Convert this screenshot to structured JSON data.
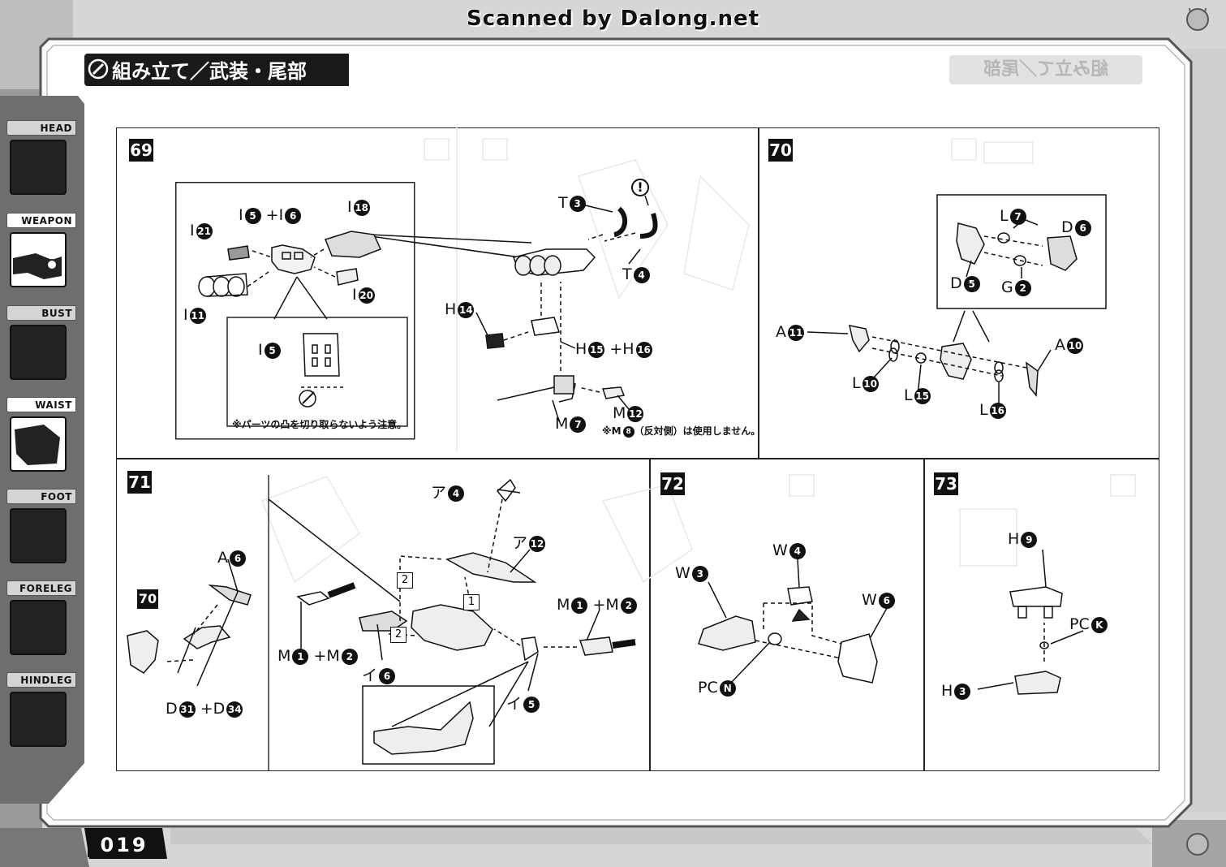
{
  "watermark": "Scanned by Dalong.net",
  "header": {
    "title": "組み立て／武装・尾部",
    "ghost_title": "組み立て／尾部"
  },
  "sidebar": {
    "tabs": [
      {
        "label": "HEAD",
        "active": false
      },
      {
        "label": "WEAPON",
        "active": true
      },
      {
        "label": "BUST",
        "active": false
      },
      {
        "label": "WAIST",
        "active": false
      },
      {
        "label": "FOOT",
        "active": false
      },
      {
        "label": "FORELEG",
        "active": false
      },
      {
        "label": "HINDLEG",
        "active": false
      }
    ]
  },
  "steps": {
    "s69": {
      "number": "69",
      "inset_labels": {
        "i5_i6": {
          "a": "I",
          "na": "5",
          "plus": "+",
          "b": "I",
          "nb": "6"
        },
        "i18": {
          "a": "I",
          "na": "18"
        },
        "i21": {
          "a": "I",
          "na": "21"
        },
        "i11": {
          "a": "I",
          "na": "11"
        },
        "i20": {
          "a": "I",
          "na": "20"
        },
        "detail_i5": {
          "a": "I",
          "na": "5"
        }
      },
      "inset_note": "※パーツの凸を切り取らないよう注意。",
      "labels": {
        "t3": {
          "a": "T",
          "na": "3"
        },
        "t4": {
          "a": "T",
          "na": "4"
        },
        "h14": {
          "a": "H",
          "na": "14"
        },
        "h15_h16": {
          "a": "H",
          "na": "15",
          "plus": "+",
          "b": "H",
          "nb": "16"
        },
        "m7": {
          "a": "M",
          "na": "7"
        },
        "m12": {
          "a": "M",
          "na": "12"
        }
      },
      "caution_symbol": "!",
      "note_pre": "※M",
      "note_num": "8",
      "note_post": "（反対側）は使用しません。"
    },
    "s70": {
      "number": "70",
      "labels": {
        "l7": {
          "a": "L",
          "na": "7"
        },
        "d6": {
          "a": "D",
          "na": "6"
        },
        "d5": {
          "a": "D",
          "na": "5"
        },
        "g2": {
          "a": "G",
          "na": "2"
        },
        "a11": {
          "a": "A",
          "na": "11"
        },
        "a10": {
          "a": "A",
          "na": "10"
        },
        "l10": {
          "a": "L",
          "na": "10"
        },
        "l15": {
          "a": "L",
          "na": "15"
        },
        "l16": {
          "a": "L",
          "na": "16"
        }
      }
    },
    "s71": {
      "number": "71",
      "ref_badge": "70",
      "labels": {
        "a4": {
          "a": "ア",
          "na": "4"
        },
        "a12": {
          "a": "ア",
          "na": "12"
        },
        "A6": {
          "a": "A",
          "na": "6"
        },
        "m1_m2_r": {
          "a": "M",
          "na": "1",
          "plus": "+",
          "b": "M",
          "nb": "2"
        },
        "m1_m2_l": {
          "a": "M",
          "na": "1",
          "plus": "+",
          "b": "M",
          "nb": "2"
        },
        "i6": {
          "a": "イ",
          "na": "6"
        },
        "i5": {
          "a": "イ",
          "na": "5"
        },
        "d31_d34": {
          "a": "D",
          "na": "31",
          "plus": "+",
          "b": "D",
          "nb": "34"
        }
      },
      "order_marks": [
        "1",
        "2",
        "2"
      ]
    },
    "s72": {
      "number": "72",
      "labels": {
        "w3": {
          "a": "W",
          "na": "3"
        },
        "w4": {
          "a": "W",
          "na": "4"
        },
        "w6": {
          "a": "W",
          "na": "6"
        },
        "pcn": {
          "a": "PC",
          "na": "N"
        }
      }
    },
    "s73": {
      "number": "73",
      "labels": {
        "h9": {
          "a": "H",
          "na": "9"
        },
        "pck": {
          "a": "PC",
          "na": "K"
        },
        "h3": {
          "a": "H",
          "na": "3"
        }
      }
    }
  },
  "footer": {
    "page_number": "019"
  },
  "colors": {
    "ink": "#111111",
    "paper": "#ffffff",
    "frame": "#e4e4e4",
    "frame_dark": "#8a8a8a"
  }
}
